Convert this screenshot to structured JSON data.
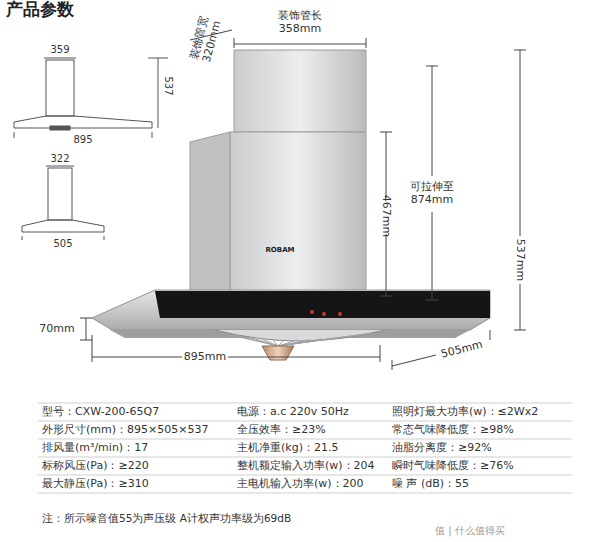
{
  "diagram": {
    "title": "产品参数",
    "labels": [
      "359",
      "537",
      "895",
      "322",
      "505",
      "装饰管宽 320mm",
      "装饰管长 358mm",
      "可拉伸至 874mm",
      "467mm",
      "537mm",
      "70mm",
      "895mm",
      "505mm",
      "ROBAM",
      "型号：CXW-200-65Q7",
      "电源：a.c 220v 50Hz",
      "照明灯最大功率(w)：≤2Wx2",
      "外形尺寸(mm)：895×505×537",
      "全压效率：≥23%",
      "常态气味降低度：≥98%",
      "排风量(m³/min)：17",
      "主机净重(kg)：21.5",
      "油脂分离度：≥92%",
      "标称风压(Pa)：≥220",
      "整机额定输入功率(w)：204",
      "瞬时气味降低度：≥76%",
      "最大静压(Pa)：≥310",
      "主电机输入功率(w)：200",
      "噪 声 (dB)：55",
      "注：所示噪音值55为声压级 A计权声功率级为69dB",
      "值 | 什么值得买"
    ]
  }
}
